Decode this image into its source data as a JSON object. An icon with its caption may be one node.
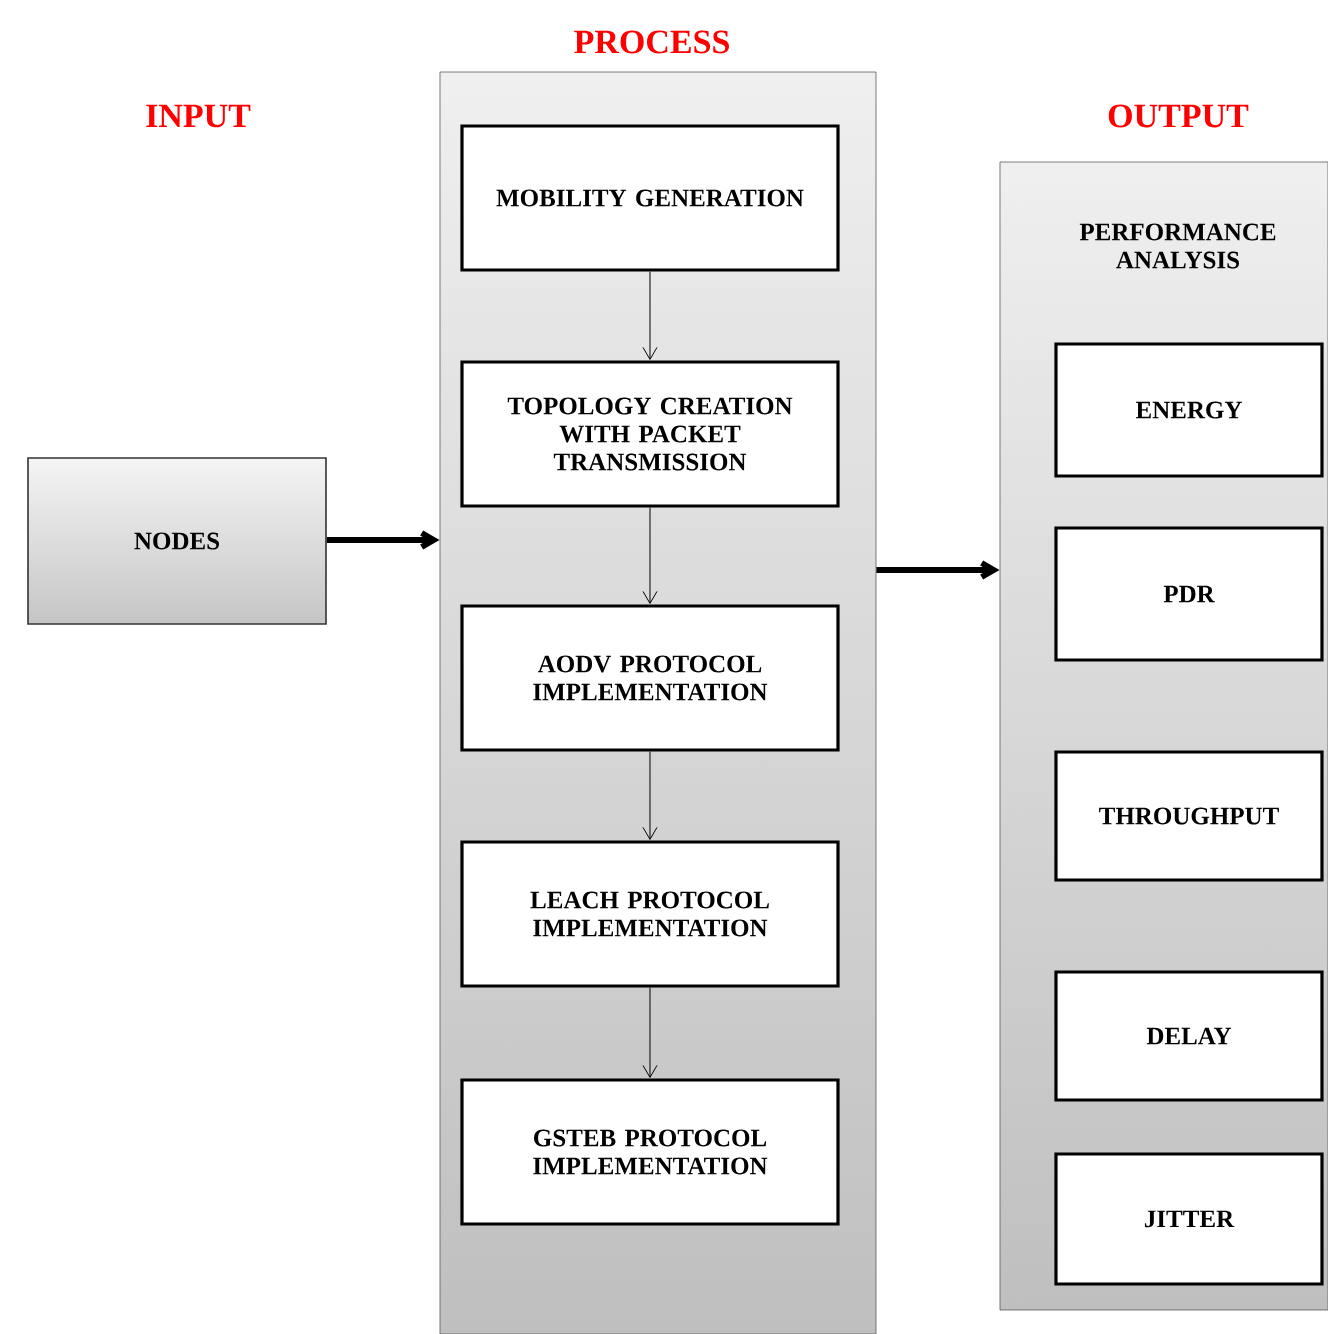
{
  "diagram": {
    "nodes": [
      {
        "text": [
          "NODES"
        ]
      },
      {
        "text": [
          "PROCESS"
        ]
      },
      {
        "text": [
          "MOBILITY GENERATION"
        ],
        "in": 1
      },
      {
        "text": [
          "TOPOLOGY CREATION WITH PACKET TRANSMISSION"
        ],
        "in": 1
      },
      {
        "text": [
          "AODV PROTOCOL IMPLEMENTATION"
        ],
        "in": 1
      },
      {
        "text": [
          "LEACH PROTOCOL IMPLEMENTATION"
        ],
        "in": 1
      },
      {
        "text": [
          "GSTEB PROTOCOL IMPLEMENTATION"
        ],
        "in": 1
      },
      {
        "text": [
          "OUTPUT",
          "PERFORMANCE ANALYSIS"
        ]
      },
      {
        "text": [
          "ENERGY"
        ],
        "in": 7
      },
      {
        "text": [
          "PDR"
        ],
        "in": 7
      },
      {
        "text": [
          "THROUGHPUT"
        ],
        "in": 7
      },
      {
        "text": [
          "DELAY"
        ],
        "in": 7
      },
      {
        "text": [
          "JITTER"
        ],
        "in": 7
      }
    ],
    "edges": [
      {
        "from": 0,
        "to": 1,
        "arrow": "to",
        "style": "thick"
      },
      {
        "from": 2,
        "to": 3,
        "arrow": "to"
      },
      {
        "from": 3,
        "to": 4,
        "arrow": "to"
      },
      {
        "from": 4,
        "to": 5,
        "arrow": "to"
      },
      {
        "from": 5,
        "to": 6,
        "arrow": "to"
      },
      {
        "from": 1,
        "to": 7,
        "arrow": "to",
        "style": "thick"
      }
    ],
    "labels": [
      "INPUT"
    ]
  }
}
